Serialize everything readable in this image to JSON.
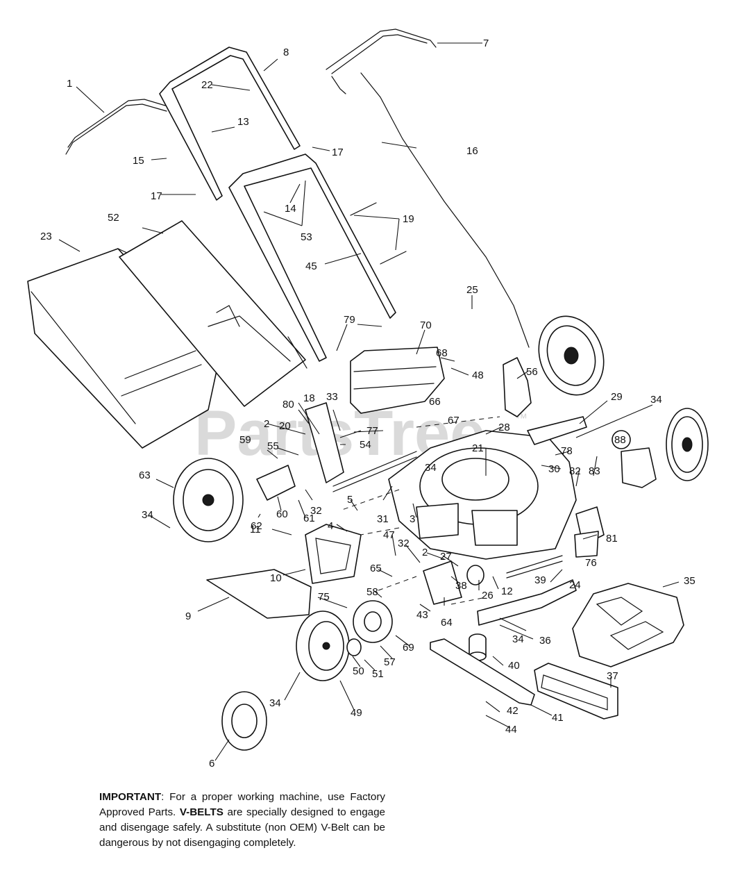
{
  "watermark": {
    "text": "PartsTree",
    "tm": "™"
  },
  "callouts": [
    "1",
    "8",
    "7",
    "22",
    "13",
    "17",
    "16",
    "15",
    "17",
    "14",
    "53",
    "52",
    "23",
    "19",
    "45",
    "25",
    "79",
    "70",
    "68",
    "48",
    "56",
    "29",
    "34",
    "18",
    "33",
    "80",
    "66",
    "2",
    "20",
    "77",
    "54",
    "67",
    "28",
    "59",
    "55",
    "21",
    "88",
    "30",
    "78",
    "34",
    "83",
    "82",
    "63",
    "62",
    "60",
    "61",
    "32",
    "31",
    "5",
    "34",
    "4",
    "3",
    "11",
    "10",
    "2",
    "27",
    "47",
    "32",
    "65",
    "26",
    "12",
    "38",
    "24",
    "39",
    "81",
    "76",
    "35",
    "58",
    "75",
    "9",
    "64",
    "43",
    "69",
    "57",
    "34",
    "36",
    "40",
    "50",
    "51",
    "49",
    "34",
    "42",
    "41",
    "37",
    "44",
    "6"
  ],
  "notice": {
    "important": "IMPORTANT",
    "text1": ": For a proper working machine, use Factory Approved Parts. ",
    "vbelts": "V-BELTS",
    "text2": " are specially designed to engage and disengage safely. A substitute (non OEM) V-Belt can be dangerous by not disengaging completely."
  }
}
